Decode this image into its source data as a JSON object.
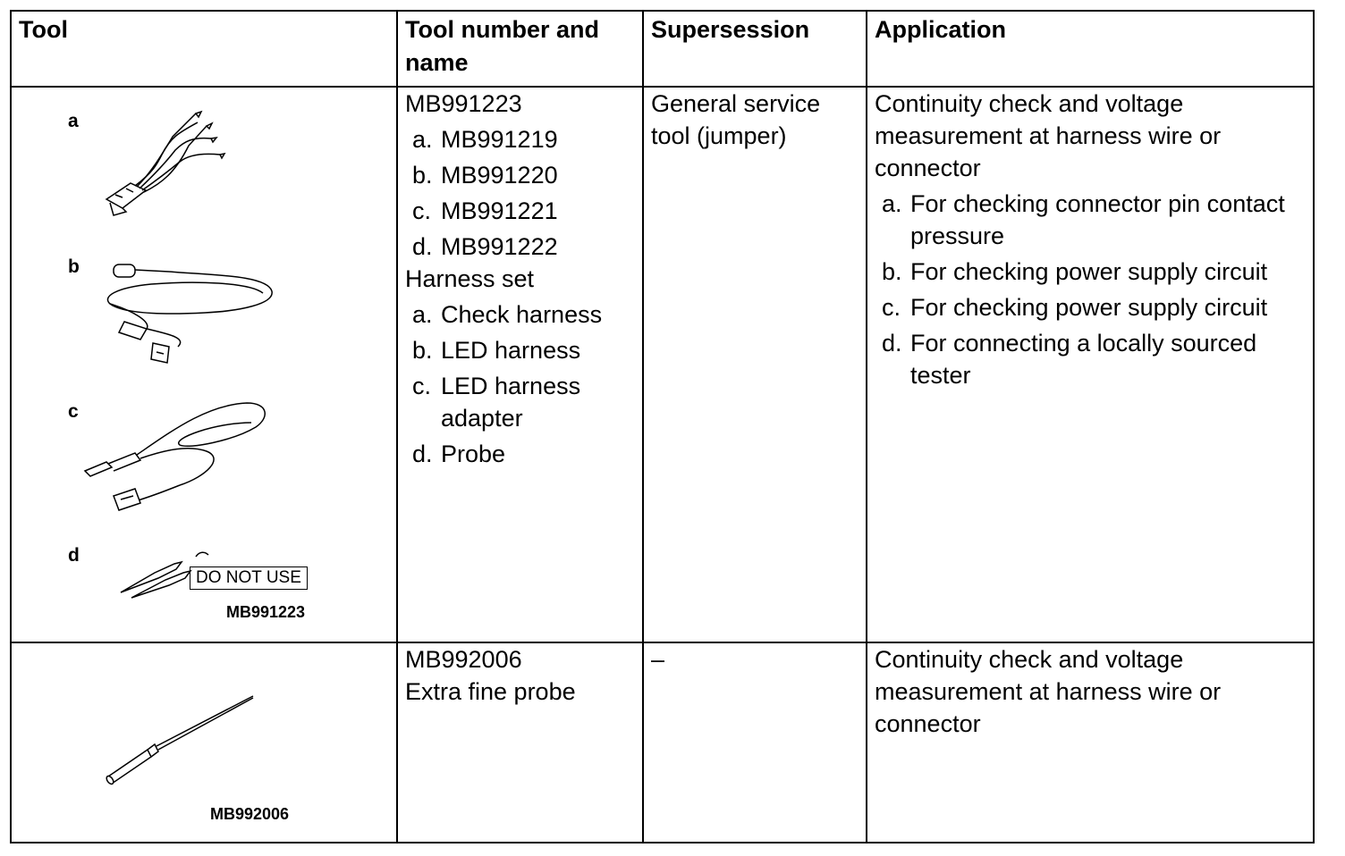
{
  "headers": {
    "tool": "Tool",
    "tool_number_name": "Tool number and name",
    "supersession": "Supersession",
    "application": "Application"
  },
  "rows": [
    {
      "tool_labels": [
        "a",
        "b",
        "c",
        "d"
      ],
      "do_not_use": "DO NOT USE",
      "caption": "MB991223",
      "number": "MB991223",
      "sub_numbers": [
        {
          "marker": "a.",
          "text": "MB991219"
        },
        {
          "marker": "b.",
          "text": "MB991220"
        },
        {
          "marker": "c.",
          "text": "MB991221"
        },
        {
          "marker": "d.",
          "text": "MB991222"
        }
      ],
      "name": "Harness set",
      "sub_names": [
        {
          "marker": "a.",
          "text": "Check harness"
        },
        {
          "marker": "b.",
          "text": "LED harness"
        },
        {
          "marker": "c.",
          "text": "LED harness adapter"
        },
        {
          "marker": "d.",
          "text": "Probe"
        }
      ],
      "supersession": "General service tool (jumper)",
      "application": "Continuity check and voltage measurement at harness wire or connector",
      "application_items": [
        {
          "marker": "a.",
          "text": "For checking connector pin contact pressure"
        },
        {
          "marker": "b.",
          "text": "For checking power supply circuit"
        },
        {
          "marker": "c.",
          "text": "For checking power supply circuit"
        },
        {
          "marker": "d.",
          "text": "For connecting a locally sourced tester"
        }
      ]
    },
    {
      "caption": "MB992006",
      "number": "MB992006",
      "name": "Extra fine probe",
      "supersession": "–",
      "application": "Continuity check and voltage measurement at harness wire or connector"
    }
  ]
}
